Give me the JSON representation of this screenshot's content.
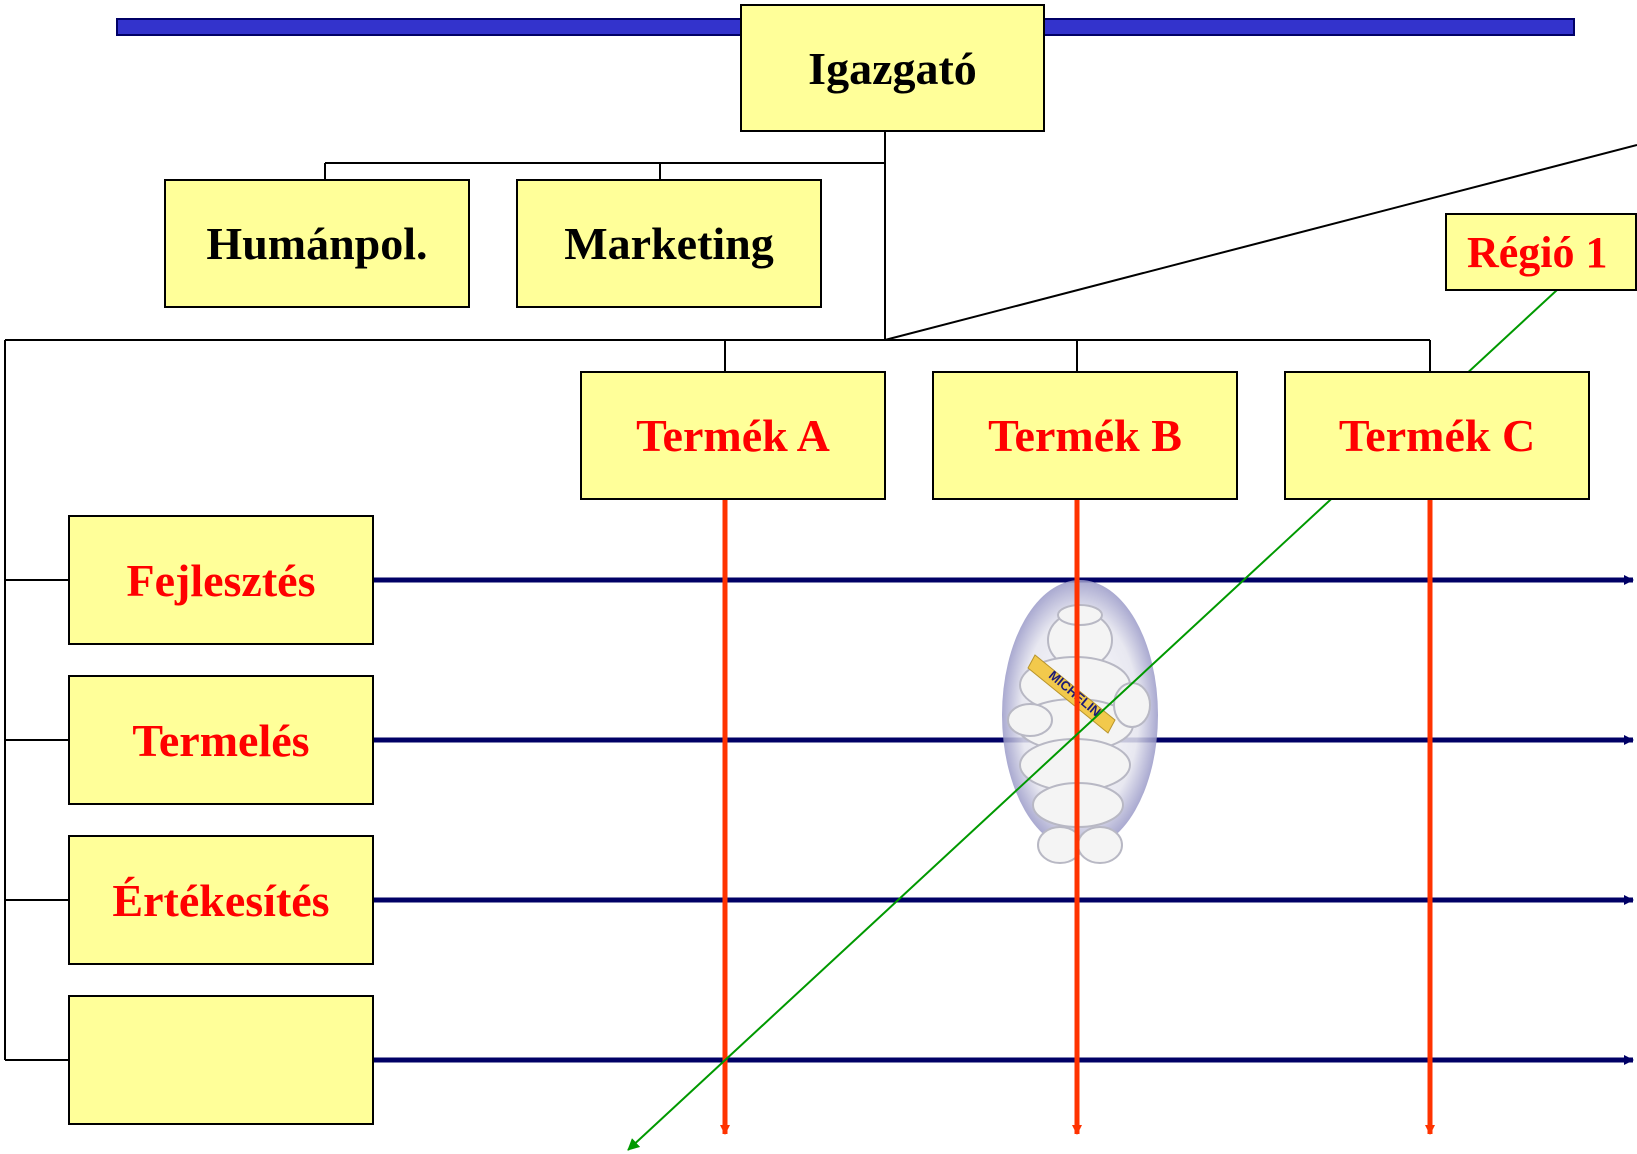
{
  "colors": {
    "box_fill": "#ffff99",
    "box_border": "#000000",
    "top_bar": "#3333cc",
    "function_arrow": "#000066",
    "product_arrow": "#ff3300",
    "region_arrow": "#009900",
    "connector": "#000000",
    "label_black": "#000000",
    "label_red": "#ff0000"
  },
  "director": {
    "label": "Igazgató"
  },
  "staff": [
    {
      "label": "Humánpol."
    },
    {
      "label": "Marketing"
    }
  ],
  "products": [
    {
      "label": "Termék A"
    },
    {
      "label": "Termék B"
    },
    {
      "label": "Termék C"
    }
  ],
  "functions": [
    {
      "label": "Fejlesztés"
    },
    {
      "label": "Termelés"
    },
    {
      "label": "Értékesítés"
    },
    {
      "label": ""
    }
  ],
  "region": {
    "label": "Régió 1"
  },
  "mascot": {
    "icon": "michelin-mascot-icon",
    "sash_text": "MICHELIN"
  }
}
